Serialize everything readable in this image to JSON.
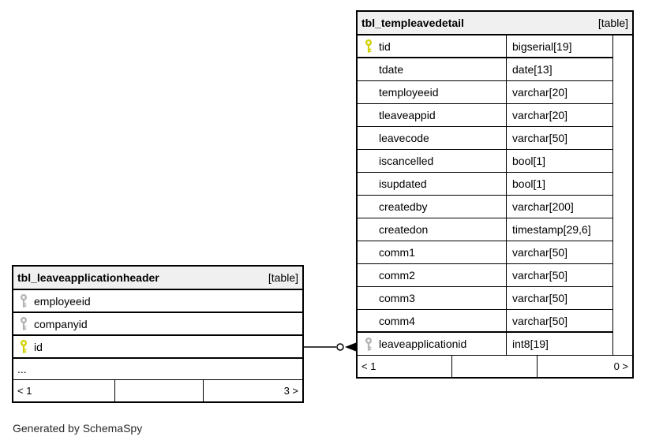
{
  "page": {
    "caption": "Generated by SchemaSpy"
  },
  "colors": {
    "primary_key_icon": "#d0d000",
    "foreign_key_icon": "#b2b2b2",
    "header_bg": "#f0f0f0",
    "border": "#000000",
    "background": "#ffffff"
  },
  "relationship": {
    "from_table": "tbl_leaveapplicationheader",
    "from_column": "id",
    "to_table": "tbl_templeavedetail",
    "to_column": "leaveapplicationid"
  },
  "tables": {
    "right": {
      "title": "tbl_templeavedetail",
      "type_label": "[table]",
      "columns": [
        {
          "name": "tid",
          "type": "bigserial[19]",
          "icon": "key-primary"
        },
        {
          "name": "tdate",
          "type": "date[13]",
          "icon": "key-none"
        },
        {
          "name": "temployeeid",
          "type": "varchar[20]",
          "icon": "key-none"
        },
        {
          "name": "tleaveappid",
          "type": "varchar[20]",
          "icon": "key-none"
        },
        {
          "name": "leavecode",
          "type": "varchar[50]",
          "icon": "key-none"
        },
        {
          "name": "iscancelled",
          "type": "bool[1]",
          "icon": "key-none"
        },
        {
          "name": "isupdated",
          "type": "bool[1]",
          "icon": "key-none"
        },
        {
          "name": "createdby",
          "type": "varchar[200]",
          "icon": "key-none"
        },
        {
          "name": "createdon",
          "type": "timestamp[29,6]",
          "icon": "key-none"
        },
        {
          "name": "comm1",
          "type": "varchar[50]",
          "icon": "key-none"
        },
        {
          "name": "comm2",
          "type": "varchar[50]",
          "icon": "key-none"
        },
        {
          "name": "comm3",
          "type": "varchar[50]",
          "icon": "key-none"
        },
        {
          "name": "comm4",
          "type": "varchar[50]",
          "icon": "key-none"
        },
        {
          "name": "leaveapplicationid",
          "type": "int8[19]",
          "icon": "key-foreign"
        }
      ],
      "footer": {
        "left": "< 1",
        "middle": "",
        "right": "0 >"
      }
    },
    "left": {
      "title": "tbl_leaveapplicationheader",
      "type_label": "[table]",
      "columns": [
        {
          "name": "employeeid",
          "icon": "key-foreign"
        },
        {
          "name": "companyid",
          "icon": "key-foreign"
        },
        {
          "name": "id",
          "icon": "key-primary"
        },
        {
          "name": "..."
        }
      ],
      "footer": {
        "left": "< 1",
        "middle": "",
        "right": "3 >"
      }
    }
  }
}
